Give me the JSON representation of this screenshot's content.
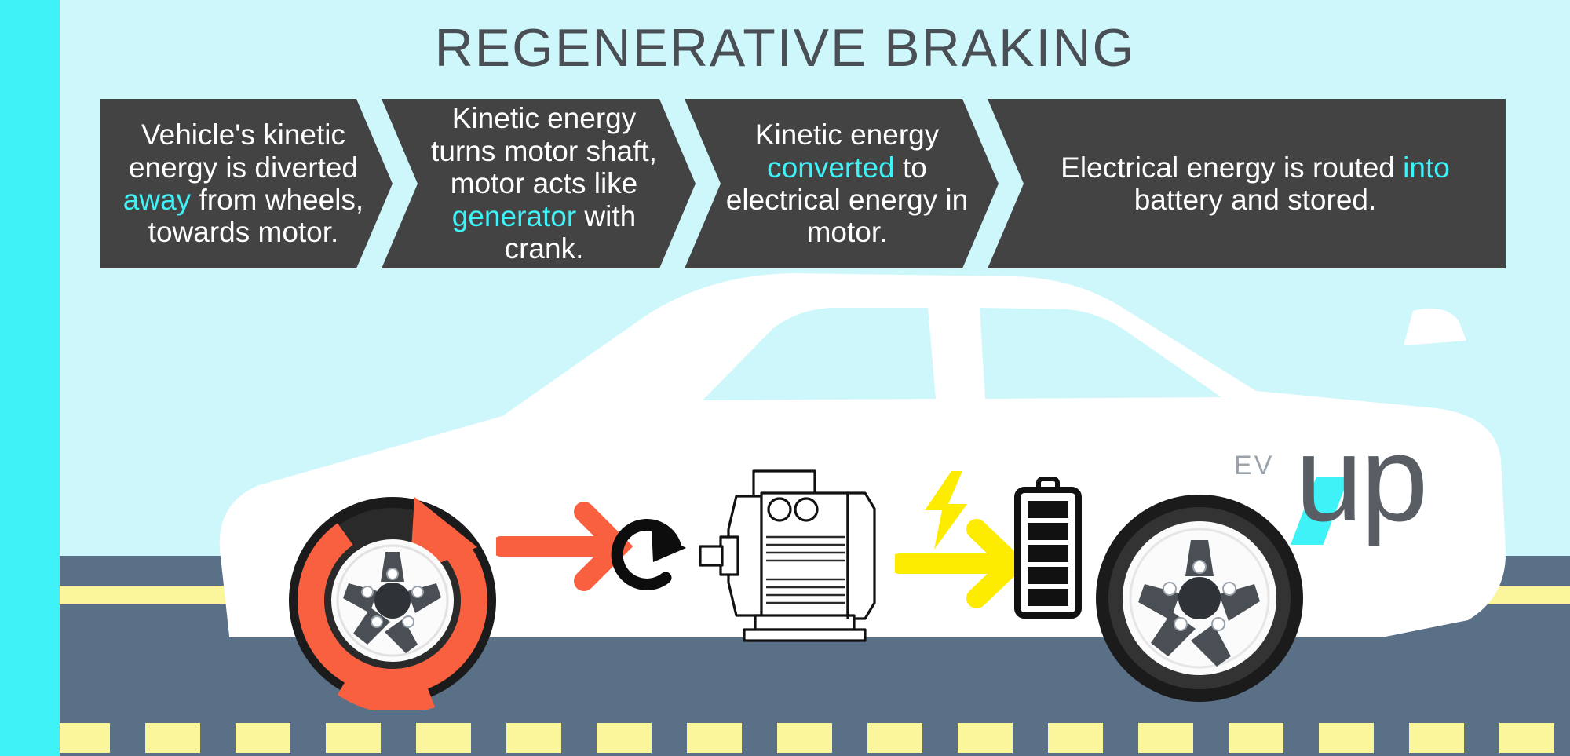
{
  "title": "REGENERATIVE BRAKING",
  "colors": {
    "background": "#cdf7fa",
    "accent_cyan": "#3ef2f7",
    "box_dark": "#434343",
    "road": "#5a7086",
    "road_line_yellow": "#fbf59c",
    "arrow_red": "#f9603f",
    "arrow_yellow": "#fdec00",
    "car_white": "#ffffff",
    "title_gray": "#4a4f55",
    "logo_gray": "#585e64",
    "logo_ev_gray": "#9aa3ab"
  },
  "steps": [
    {
      "id": "step-1",
      "segments": [
        {
          "text": "Vehicle's kinetic energy is diverted ",
          "highlight": false
        },
        {
          "text": "away",
          "highlight": true
        },
        {
          "text": " from wheels, towards motor.",
          "highlight": false
        }
      ],
      "plain": "Vehicle's kinetic energy is diverted away from wheels, towards motor."
    },
    {
      "id": "step-2",
      "segments": [
        {
          "text": "Kinetic energy turns motor shaft, motor acts like ",
          "highlight": false
        },
        {
          "text": "generator",
          "highlight": true
        },
        {
          "text": " with crank.",
          "highlight": false
        }
      ],
      "plain": "Kinetic energy turns motor shaft, motor acts like generator with crank."
    },
    {
      "id": "step-3",
      "segments": [
        {
          "text": "Kinetic energy ",
          "highlight": false
        },
        {
          "text": "converted",
          "highlight": true
        },
        {
          "text": " to electrical energy in motor.",
          "highlight": false
        }
      ],
      "plain": "Kinetic energy converted to electrical energy in motor."
    },
    {
      "id": "step-4",
      "segments": [
        {
          "text": "Electrical energy is routed ",
          "highlight": false
        },
        {
          "text": "into",
          "highlight": true
        },
        {
          "text": " battery and stored.",
          "highlight": false
        }
      ],
      "plain": "Electrical energy is routed into battery and stored."
    }
  ],
  "logo": {
    "prefix": "EV",
    "word": "up"
  },
  "diagram": {
    "wheel_front_label": "braking-wheel-front",
    "wheel_rear_label": "wheel-rear",
    "motor_label": "electric-motor",
    "battery_label": "battery",
    "battery_bars": 5,
    "red_arrow_label": "kinetic-energy-arrow",
    "yellow_arrow_label": "electrical-energy-arrow",
    "spin_arrow_label": "rotation-arrow",
    "bolt_label": "electricity-bolt"
  },
  "road": {
    "dash_count": 18
  }
}
